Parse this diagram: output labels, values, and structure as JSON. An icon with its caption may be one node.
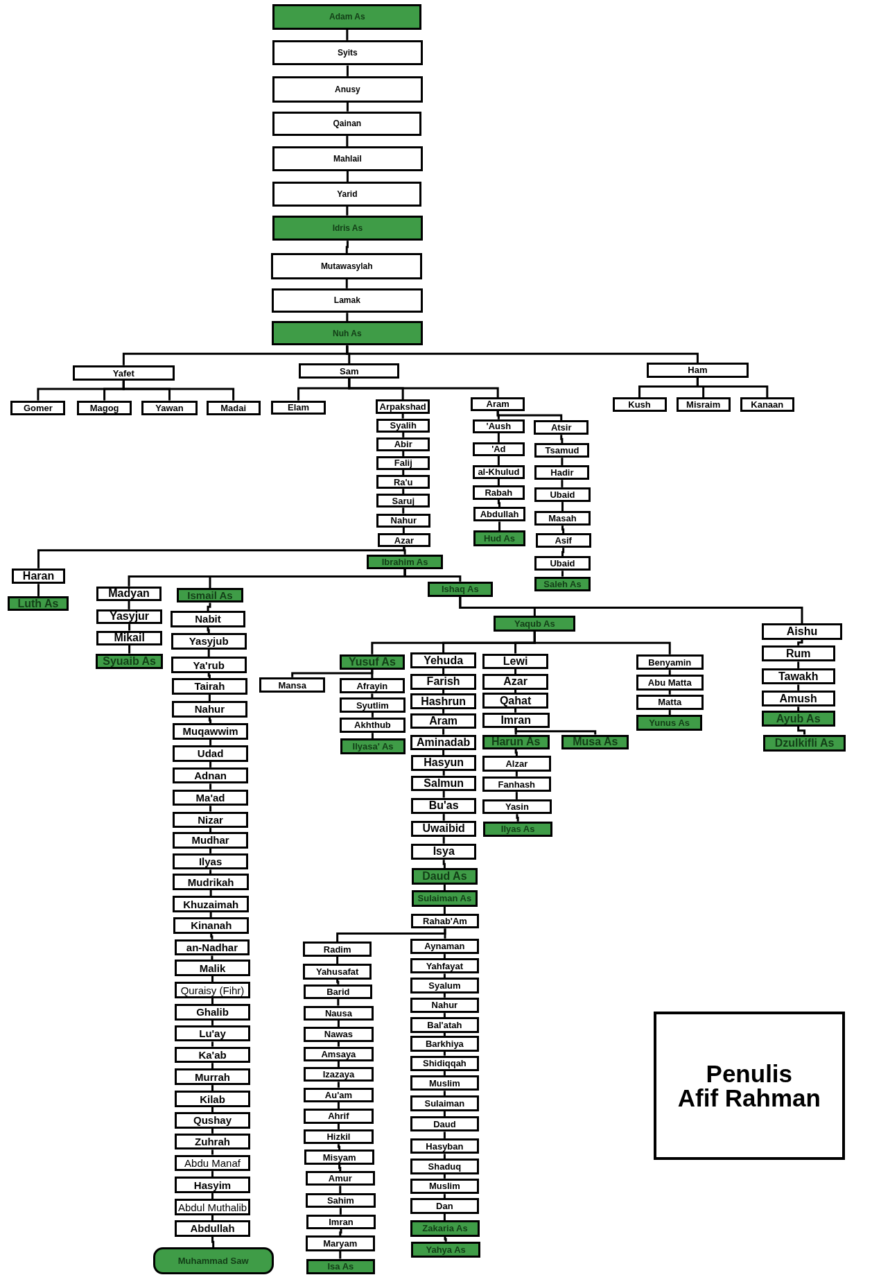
{
  "diagram": {
    "nodes": [
      {
        "text": [
          "Adam As"
        ]
      },
      {
        "text": [
          "Syits"
        ]
      },
      {
        "text": [
          "Anusy"
        ]
      },
      {
        "text": [
          "Qainan"
        ]
      },
      {
        "text": [
          "Mahlail"
        ]
      },
      {
        "text": [
          "Yarid"
        ]
      },
      {
        "text": [
          "Idris As"
        ]
      },
      {
        "text": [
          "Mutawasylah"
        ]
      },
      {
        "text": [
          "Lamak"
        ]
      },
      {
        "text": [
          "Nuh As"
        ]
      },
      {
        "text": [
          "Yafet"
        ]
      },
      {
        "text": [
          "Gomer"
        ]
      },
      {
        "text": [
          "Magog"
        ]
      },
      {
        "text": [
          "Yawan"
        ]
      },
      {
        "text": [
          "Madai"
        ]
      },
      {
        "text": [
          "Sam"
        ]
      },
      {
        "text": [
          "Elam"
        ]
      },
      {
        "text": [
          "Arpakshad"
        ]
      },
      {
        "text": [
          "Syalih"
        ]
      },
      {
        "text": [
          "Abir"
        ]
      },
      {
        "text": [
          "Falij"
        ]
      },
      {
        "text": [
          "Ra'u"
        ]
      },
      {
        "text": [
          "Saruj"
        ]
      },
      {
        "text": [
          "Nahur"
        ]
      },
      {
        "text": [
          "Azar"
        ]
      },
      {
        "text": [
          "Ibrahim As"
        ]
      },
      {
        "text": [
          "Aram"
        ]
      },
      {
        "text": [
          "'Aush"
        ]
      },
      {
        "text": [
          "'Ad"
        ]
      },
      {
        "text": [
          "al-Khulud"
        ]
      },
      {
        "text": [
          "Rabah"
        ]
      },
      {
        "text": [
          "Abdullah"
        ]
      },
      {
        "text": [
          "Hud As"
        ]
      },
      {
        "text": [
          "Atsir"
        ]
      },
      {
        "text": [
          "Tsamud"
        ]
      },
      {
        "text": [
          "Hadir"
        ]
      },
      {
        "text": [
          "Ubaid"
        ]
      },
      {
        "text": [
          "Masah"
        ]
      },
      {
        "text": [
          "Asif"
        ]
      },
      {
        "text": [
          "Ubaid"
        ]
      },
      {
        "text": [
          "Saleh As"
        ]
      },
      {
        "text": [
          "Ham"
        ]
      },
      {
        "text": [
          "Kush"
        ]
      },
      {
        "text": [
          "Misraim"
        ]
      },
      {
        "text": [
          "Kanaan"
        ]
      },
      {
        "text": [
          "Haran"
        ]
      },
      {
        "text": [
          "Luth As"
        ]
      },
      {
        "text": [
          "Madyan"
        ]
      },
      {
        "text": [
          "Yasyjur"
        ]
      },
      {
        "text": [
          "Mikail"
        ]
      },
      {
        "text": [
          "Syuaib As"
        ]
      },
      {
        "text": [
          "Ismail As"
        ]
      },
      {
        "text": [
          "Nabit"
        ]
      },
      {
        "text": [
          "Yasyjub"
        ]
      },
      {
        "text": [
          "Ya'rub"
        ]
      },
      {
        "text": [
          "Tairah"
        ]
      },
      {
        "text": [
          "Nahur"
        ]
      },
      {
        "text": [
          "Muqawwim"
        ]
      },
      {
        "text": [
          "Udad"
        ]
      },
      {
        "text": [
          "Adnan"
        ]
      },
      {
        "text": [
          "Ma'ad"
        ]
      },
      {
        "text": [
          "Nizar"
        ]
      },
      {
        "text": [
          "Mudhar"
        ]
      },
      {
        "text": [
          "Ilyas"
        ]
      },
      {
        "text": [
          "Mudrikah"
        ]
      },
      {
        "text": [
          "Khuzaimah"
        ]
      },
      {
        "text": [
          "Kinanah"
        ]
      },
      {
        "text": [
          "an-Nadhar"
        ]
      },
      {
        "text": [
          "Malik"
        ]
      },
      {
        "text": [
          "Quraisy (Fihr)"
        ]
      },
      {
        "text": [
          "Ghalib"
        ]
      },
      {
        "text": [
          "Lu'ay"
        ]
      },
      {
        "text": [
          "Ka'ab"
        ]
      },
      {
        "text": [
          "Murrah"
        ]
      },
      {
        "text": [
          "Kilab"
        ]
      },
      {
        "text": [
          "Qushay"
        ]
      },
      {
        "text": [
          "Zuhrah"
        ]
      },
      {
        "text": [
          "Abdu Manaf"
        ]
      },
      {
        "text": [
          "Hasyim"
        ]
      },
      {
        "text": [
          "Abdul Muthalib"
        ]
      },
      {
        "text": [
          "Abdullah"
        ]
      },
      {
        "text": [
          "Muhammad Saw"
        ]
      },
      {
        "text": [
          "Ishaq As"
        ]
      },
      {
        "text": [
          "Yaqub As"
        ]
      },
      {
        "text": [
          "Yusuf As"
        ]
      },
      {
        "text": [
          "Mansa"
        ]
      },
      {
        "text": [
          "Afrayin"
        ]
      },
      {
        "text": [
          "Syutlim"
        ]
      },
      {
        "text": [
          "Akhthub"
        ]
      },
      {
        "text": [
          "Ilyasa' As"
        ]
      },
      {
        "text": [
          "Yehuda"
        ]
      },
      {
        "text": [
          "Farish"
        ]
      },
      {
        "text": [
          "Hashrun"
        ]
      },
      {
        "text": [
          "Aram"
        ]
      },
      {
        "text": [
          "Aminadab"
        ]
      },
      {
        "text": [
          "Hasyun"
        ]
      },
      {
        "text": [
          "Salmun"
        ]
      },
      {
        "text": [
          "Bu'as"
        ]
      },
      {
        "text": [
          "Uwaibid"
        ]
      },
      {
        "text": [
          "Isya"
        ]
      },
      {
        "text": [
          "Daud As"
        ]
      },
      {
        "text": [
          "Sulaiman As"
        ]
      },
      {
        "text": [
          "Rahab'Am"
        ]
      },
      {
        "text": [
          "Radim"
        ]
      },
      {
        "text": [
          "Yahusafat"
        ]
      },
      {
        "text": [
          "Barid"
        ]
      },
      {
        "text": [
          "Nausa"
        ]
      },
      {
        "text": [
          "Nawas"
        ]
      },
      {
        "text": [
          "Amsaya"
        ]
      },
      {
        "text": [
          "Izazaya"
        ]
      },
      {
        "text": [
          "Au'am"
        ]
      },
      {
        "text": [
          "Ahrif"
        ]
      },
      {
        "text": [
          "Hizkil"
        ]
      },
      {
        "text": [
          "Misyam"
        ]
      },
      {
        "text": [
          "Amur"
        ]
      },
      {
        "text": [
          "Sahim"
        ]
      },
      {
        "text": [
          "Imran"
        ]
      },
      {
        "text": [
          "Maryam"
        ]
      },
      {
        "text": [
          "Isa As"
        ]
      },
      {
        "text": [
          "Aynaman"
        ]
      },
      {
        "text": [
          "Yahfayat"
        ]
      },
      {
        "text": [
          "Syalum"
        ]
      },
      {
        "text": [
          "Nahur"
        ]
      },
      {
        "text": [
          "Bal'atah"
        ]
      },
      {
        "text": [
          "Barkhiya"
        ]
      },
      {
        "text": [
          "Shidiqqah"
        ]
      },
      {
        "text": [
          "Muslim"
        ]
      },
      {
        "text": [
          "Sulaiman"
        ]
      },
      {
        "text": [
          "Daud"
        ]
      },
      {
        "text": [
          "Hasyban"
        ]
      },
      {
        "text": [
          "Shaduq"
        ]
      },
      {
        "text": [
          "Muslim"
        ]
      },
      {
        "text": [
          "Dan"
        ]
      },
      {
        "text": [
          "Zakaria As"
        ]
      },
      {
        "text": [
          "Yahya As"
        ]
      },
      {
        "text": [
          "Lewi"
        ]
      },
      {
        "text": [
          "Azar"
        ]
      },
      {
        "text": [
          "Qahat"
        ]
      },
      {
        "text": [
          "Imran"
        ]
      },
      {
        "text": [
          "Harun As"
        ]
      },
      {
        "text": [
          "Musa As"
        ]
      },
      {
        "text": [
          "Alzar"
        ]
      },
      {
        "text": [
          "Fanhash"
        ]
      },
      {
        "text": [
          "Yasin"
        ]
      },
      {
        "text": [
          "Ilyas As"
        ]
      },
      {
        "text": [
          "Benyamin"
        ]
      },
      {
        "text": [
          "Abu Matta"
        ]
      },
      {
        "text": [
          "Matta"
        ]
      },
      {
        "text": [
          "Yunus As"
        ]
      },
      {
        "text": [
          "Aishu"
        ]
      },
      {
        "text": [
          "Rum"
        ]
      },
      {
        "text": [
          "Tawakh"
        ]
      },
      {
        "text": [
          "Amush"
        ]
      },
      {
        "text": [
          "Ayub As"
        ]
      },
      {
        "text": [
          "Dzulkifli As"
        ]
      },
      {
        "text": [
          "Penulis",
          "Afif Rahman"
        ]
      }
    ],
    "edges": [
      {
        "from": 0,
        "to": 1,
        "arrow": "none"
      },
      {
        "from": 1,
        "to": 2,
        "arrow": "none"
      },
      {
        "from": 2,
        "to": 3,
        "arrow": "none"
      },
      {
        "from": 3,
        "to": 4,
        "arrow": "none"
      },
      {
        "from": 4,
        "to": 5,
        "arrow": "none"
      },
      {
        "from": 5,
        "to": 6,
        "arrow": "none"
      },
      {
        "from": 6,
        "to": 7,
        "arrow": "none"
      },
      {
        "from": 7,
        "to": 8,
        "arrow": "none"
      },
      {
        "from": 8,
        "to": 9,
        "arrow": "none"
      },
      {
        "from": 9,
        "to": 10,
        "arrow": "none"
      },
      {
        "from": 9,
        "to": 15,
        "arrow": "none"
      },
      {
        "from": 9,
        "to": 41,
        "arrow": "none"
      },
      {
        "from": 10,
        "to": 11,
        "arrow": "none"
      },
      {
        "from": 10,
        "to": 12,
        "arrow": "none"
      },
      {
        "from": 10,
        "to": 13,
        "arrow": "none"
      },
      {
        "from": 10,
        "to": 14,
        "arrow": "none"
      },
      {
        "from": 15,
        "to": 16,
        "arrow": "none"
      },
      {
        "from": 15,
        "to": 17,
        "arrow": "none"
      },
      {
        "from": 15,
        "to": 26,
        "arrow": "none"
      },
      {
        "from": 17,
        "to": 18,
        "arrow": "none"
      },
      {
        "from": 18,
        "to": 19,
        "arrow": "none"
      },
      {
        "from": 19,
        "to": 20,
        "arrow": "none"
      },
      {
        "from": 20,
        "to": 21,
        "arrow": "none"
      },
      {
        "from": 21,
        "to": 22,
        "arrow": "none"
      },
      {
        "from": 22,
        "to": 23,
        "arrow": "none"
      },
      {
        "from": 23,
        "to": 24,
        "arrow": "none"
      },
      {
        "from": 24,
        "to": 25,
        "arrow": "none"
      },
      {
        "from": 24,
        "to": 45,
        "arrow": "none"
      },
      {
        "from": 26,
        "to": 27,
        "arrow": "none"
      },
      {
        "from": 26,
        "to": 33,
        "arrow": "none"
      },
      {
        "from": 27,
        "to": 28,
        "arrow": "none"
      },
      {
        "from": 28,
        "to": 29,
        "arrow": "none"
      },
      {
        "from": 29,
        "to": 30,
        "arrow": "none"
      },
      {
        "from": 30,
        "to": 31,
        "arrow": "none"
      },
      {
        "from": 31,
        "to": 32,
        "arrow": "none"
      },
      {
        "from": 33,
        "to": 34,
        "arrow": "none"
      },
      {
        "from": 34,
        "to": 35,
        "arrow": "none"
      },
      {
        "from": 35,
        "to": 36,
        "arrow": "none"
      },
      {
        "from": 36,
        "to": 37,
        "arrow": "none"
      },
      {
        "from": 37,
        "to": 38,
        "arrow": "none"
      },
      {
        "from": 38,
        "to": 39,
        "arrow": "none"
      },
      {
        "from": 39,
        "to": 40,
        "arrow": "none"
      },
      {
        "from": 41,
        "to": 42,
        "arrow": "none"
      },
      {
        "from": 41,
        "to": 43,
        "arrow": "none"
      },
      {
        "from": 41,
        "to": 44,
        "arrow": "none"
      },
      {
        "from": 45,
        "to": 46,
        "arrow": "none"
      },
      {
        "from": 25,
        "to": 47,
        "arrow": "none"
      },
      {
        "from": 25,
        "to": 51,
        "arrow": "none"
      },
      {
        "from": 25,
        "to": 82,
        "arrow": "none"
      },
      {
        "from": 47,
        "to": 48,
        "arrow": "none"
      },
      {
        "from": 48,
        "to": 49,
        "arrow": "none"
      },
      {
        "from": 49,
        "to": 50,
        "arrow": "none"
      },
      {
        "from": 51,
        "to": 52,
        "arrow": "none"
      },
      {
        "from": 52,
        "to": 53,
        "arrow": "none"
      },
      {
        "from": 53,
        "to": 54,
        "arrow": "none"
      },
      {
        "from": 54,
        "to": 55,
        "arrow": "none"
      },
      {
        "from": 55,
        "to": 56,
        "arrow": "none"
      },
      {
        "from": 56,
        "to": 57,
        "arrow": "none"
      },
      {
        "from": 57,
        "to": 58,
        "arrow": "none"
      },
      {
        "from": 58,
        "to": 59,
        "arrow": "none"
      },
      {
        "from": 59,
        "to": 60,
        "arrow": "none"
      },
      {
        "from": 60,
        "to": 61,
        "arrow": "none"
      },
      {
        "from": 61,
        "to": 62,
        "arrow": "none"
      },
      {
        "from": 62,
        "to": 63,
        "arrow": "none"
      },
      {
        "from": 63,
        "to": 64,
        "arrow": "none"
      },
      {
        "from": 64,
        "to": 65,
        "arrow": "none"
      },
      {
        "from": 65,
        "to": 66,
        "arrow": "none"
      },
      {
        "from": 66,
        "to": 67,
        "arrow": "none"
      },
      {
        "from": 67,
        "to": 68,
        "arrow": "none"
      },
      {
        "from": 68,
        "to": 69,
        "arrow": "none"
      },
      {
        "from": 69,
        "to": 70,
        "arrow": "none"
      },
      {
        "from": 70,
        "to": 71,
        "arrow": "none"
      },
      {
        "from": 71,
        "to": 72,
        "arrow": "none"
      },
      {
        "from": 72,
        "to": 73,
        "arrow": "none"
      },
      {
        "from": 73,
        "to": 74,
        "arrow": "none"
      },
      {
        "from": 74,
        "to": 75,
        "arrow": "none"
      },
      {
        "from": 75,
        "to": 76,
        "arrow": "none"
      },
      {
        "from": 76,
        "to": 77,
        "arrow": "none"
      },
      {
        "from": 77,
        "to": 78,
        "arrow": "none"
      },
      {
        "from": 78,
        "to": 79,
        "arrow": "none"
      },
      {
        "from": 79,
        "to": 80,
        "arrow": "none"
      },
      {
        "from": 80,
        "to": 81,
        "arrow": "none"
      },
      {
        "from": 82,
        "to": 83,
        "arrow": "none"
      },
      {
        "from": 82,
        "to": 149,
        "arrow": "none"
      },
      {
        "from": 83,
        "to": 84,
        "arrow": "none"
      },
      {
        "from": 83,
        "to": 90,
        "arrow": "none"
      },
      {
        "from": 83,
        "to": 135,
        "arrow": "none"
      },
      {
        "from": 83,
        "to": 145,
        "arrow": "none"
      },
      {
        "from": 84,
        "to": 85,
        "arrow": "none"
      },
      {
        "from": 84,
        "to": 86,
        "arrow": "none"
      },
      {
        "from": 86,
        "to": 87,
        "arrow": "none"
      },
      {
        "from": 87,
        "to": 88,
        "arrow": "none"
      },
      {
        "from": 88,
        "to": 89,
        "arrow": "none"
      },
      {
        "from": 90,
        "to": 91,
        "arrow": "none"
      },
      {
        "from": 91,
        "to": 92,
        "arrow": "none"
      },
      {
        "from": 92,
        "to": 93,
        "arrow": "none"
      },
      {
        "from": 93,
        "to": 94,
        "arrow": "none"
      },
      {
        "from": 94,
        "to": 95,
        "arrow": "none"
      },
      {
        "from": 95,
        "to": 96,
        "arrow": "none"
      },
      {
        "from": 96,
        "to": 97,
        "arrow": "none"
      },
      {
        "from": 97,
        "to": 98,
        "arrow": "none"
      },
      {
        "from": 98,
        "to": 99,
        "arrow": "none"
      },
      {
        "from": 99,
        "to": 100,
        "arrow": "none"
      },
      {
        "from": 100,
        "to": 101,
        "arrow": "none"
      },
      {
        "from": 101,
        "to": 102,
        "arrow": "none"
      },
      {
        "from": 102,
        "to": 103,
        "arrow": "none"
      },
      {
        "from": 102,
        "to": 119,
        "arrow": "none"
      },
      {
        "from": 103,
        "to": 104,
        "arrow": "none"
      },
      {
        "from": 104,
        "to": 105,
        "arrow": "none"
      },
      {
        "from": 105,
        "to": 106,
        "arrow": "none"
      },
      {
        "from": 106,
        "to": 107,
        "arrow": "none"
      },
      {
        "from": 107,
        "to": 108,
        "arrow": "none"
      },
      {
        "from": 108,
        "to": 109,
        "arrow": "none"
      },
      {
        "from": 109,
        "to": 110,
        "arrow": "none"
      },
      {
        "from": 110,
        "to": 111,
        "arrow": "none"
      },
      {
        "from": 111,
        "to": 112,
        "arrow": "none"
      },
      {
        "from": 112,
        "to": 113,
        "arrow": "none"
      },
      {
        "from": 113,
        "to": 114,
        "arrow": "none"
      },
      {
        "from": 114,
        "to": 115,
        "arrow": "none"
      },
      {
        "from": 115,
        "to": 116,
        "arrow": "none"
      },
      {
        "from": 116,
        "to": 117,
        "arrow": "none"
      },
      {
        "from": 117,
        "to": 118,
        "arrow": "none"
      },
      {
        "from": 119,
        "to": 120,
        "arrow": "none"
      },
      {
        "from": 120,
        "to": 121,
        "arrow": "none"
      },
      {
        "from": 121,
        "to": 122,
        "arrow": "none"
      },
      {
        "from": 122,
        "to": 123,
        "arrow": "none"
      },
      {
        "from": 123,
        "to": 124,
        "arrow": "none"
      },
      {
        "from": 124,
        "to": 125,
        "arrow": "none"
      },
      {
        "from": 125,
        "to": 126,
        "arrow": "none"
      },
      {
        "from": 126,
        "to": 127,
        "arrow": "none"
      },
      {
        "from": 127,
        "to": 128,
        "arrow": "none"
      },
      {
        "from": 128,
        "to": 129,
        "arrow": "none"
      },
      {
        "from": 129,
        "to": 130,
        "arrow": "none"
      },
      {
        "from": 130,
        "to": 131,
        "arrow": "none"
      },
      {
        "from": 131,
        "to": 132,
        "arrow": "none"
      },
      {
        "from": 132,
        "to": 133,
        "arrow": "none"
      },
      {
        "from": 133,
        "to": 134,
        "arrow": "none"
      },
      {
        "from": 135,
        "to": 136,
        "arrow": "none"
      },
      {
        "from": 136,
        "to": 137,
        "arrow": "none"
      },
      {
        "from": 137,
        "to": 138,
        "arrow": "none"
      },
      {
        "from": 138,
        "to": 139,
        "arrow": "none"
      },
      {
        "from": 138,
        "to": 140,
        "arrow": "none"
      },
      {
        "from": 139,
        "to": 141,
        "arrow": "none"
      },
      {
        "from": 141,
        "to": 142,
        "arrow": "none"
      },
      {
        "from": 142,
        "to": 143,
        "arrow": "none"
      },
      {
        "from": 143,
        "to": 144,
        "arrow": "none"
      },
      {
        "from": 145,
        "to": 146,
        "arrow": "none"
      },
      {
        "from": 146,
        "to": 147,
        "arrow": "none"
      },
      {
        "from": 147,
        "to": 148,
        "arrow": "none"
      },
      {
        "from": 149,
        "to": 150,
        "arrow": "none"
      },
      {
        "from": 150,
        "to": 151,
        "arrow": "none"
      },
      {
        "from": 151,
        "to": 152,
        "arrow": "none"
      },
      {
        "from": 152,
        "to": 153,
        "arrow": "none"
      },
      {
        "from": 153,
        "to": 154,
        "arrow": "none"
      }
    ]
  }
}
